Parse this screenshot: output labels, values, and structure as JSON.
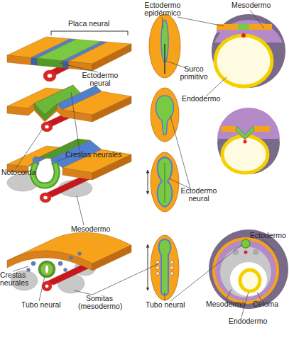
{
  "diagram": {
    "labels": [
      "Placa neural",
      "Ectodermo epidérmico",
      "Mesodermo",
      "Surco primitivo",
      "Ectodermo neural",
      "Endodermo",
      "Notocorda",
      "Crestas neurales",
      "Mesodermo",
      "Ectodermo neural",
      "Crestas neurales",
      "Tubo neural",
      "Somitas (mesodermo)",
      "Tubo neural",
      "Ectodermo",
      "Mesodermo",
      "Celoma",
      "Endodermo"
    ]
  }
}
